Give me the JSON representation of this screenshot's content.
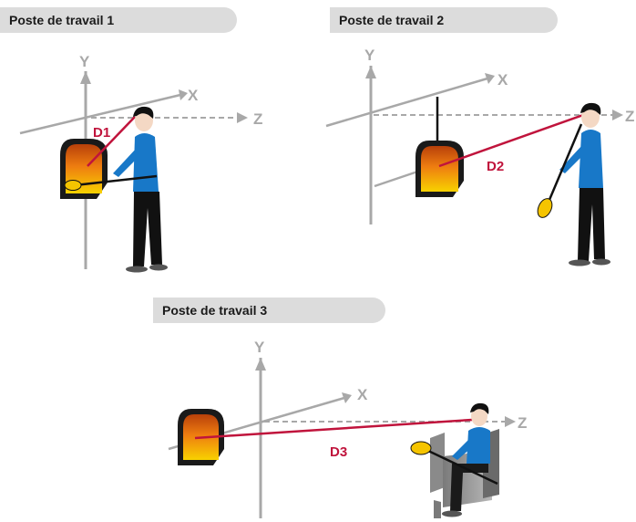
{
  "workstations": [
    {
      "title": "Poste de travail  1",
      "distance_label": "D1"
    },
    {
      "title": "Poste de travail  2",
      "distance_label": "D2"
    },
    {
      "title": "Poste de travail  3",
      "distance_label": "D3"
    }
  ],
  "axes": {
    "x": "X",
    "y": "Y",
    "z": "Z"
  },
  "colors": {
    "tab_bg": "#dcdcdc",
    "axis": "#a8a8a8",
    "distance_line": "#c0143c",
    "shirt": "#1878c8",
    "trousers": "#111111",
    "furnace_hot": "#f5c400",
    "furnace_edge": "#1a1a1a",
    "seat": "#9a9a9a"
  },
  "icons": [
    "furnace-icon",
    "worker-standing-icon",
    "worker-seated-icon",
    "glassblowing-pipe-icon"
  ]
}
